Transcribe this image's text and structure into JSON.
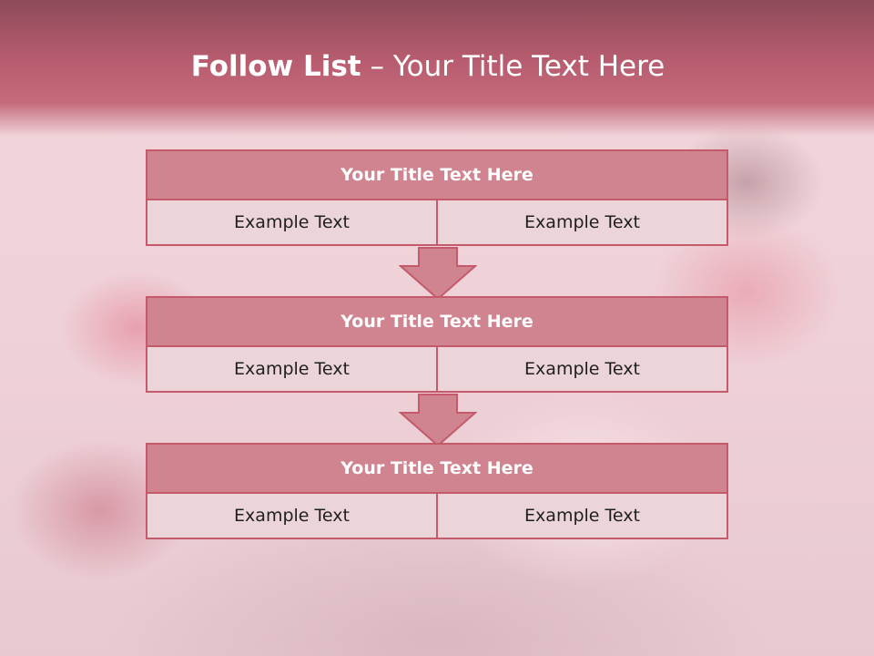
{
  "slide": {
    "title_bold": "Follow List",
    "title_rest": " – Your Title Text Here"
  },
  "steps": [
    {
      "title": "Your Title Text Here",
      "left": "Example Text",
      "right": "Example Text"
    },
    {
      "title": "Your Title Text Here",
      "left": "Example Text",
      "right": "Example Text"
    },
    {
      "title": "Your Title Text Here",
      "left": "Example Text",
      "right": "Example Text"
    }
  ],
  "colors": {
    "header": "#b85d6f",
    "block_title_bg": "#d0848f",
    "block_border": "#c45a6c",
    "cell_bg": "#ecd5d8"
  }
}
